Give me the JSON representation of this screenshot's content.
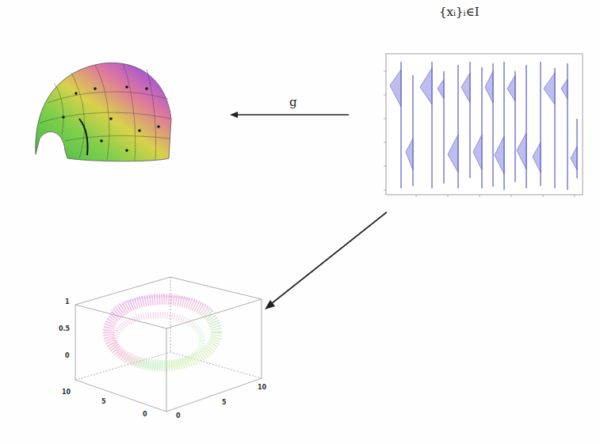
{
  "diagram": {
    "labels": [
      "{xᵢ}ᵢ∈I",
      "g",
      "1",
      "0.5",
      "0",
      "10",
      "5",
      "0",
      "0",
      "5",
      "10"
    ]
  }
}
